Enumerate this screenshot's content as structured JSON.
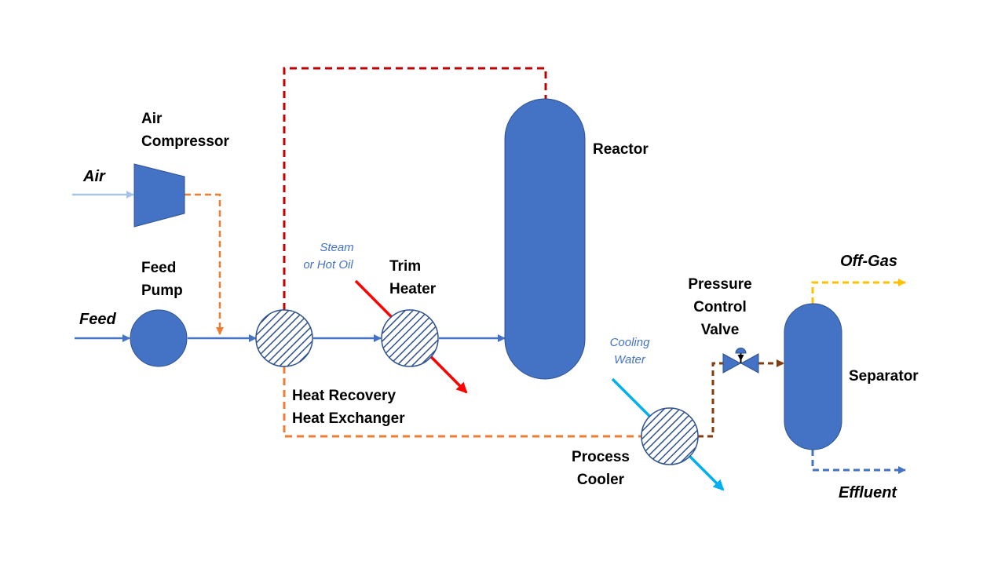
{
  "colors": {
    "equipment_fill": "#4472c4",
    "equipment_stroke": "#2f528f",
    "feed_line": "#4472c4",
    "air_line": "#a9c4eb",
    "compressed_air_line": "#ed7d31",
    "hot_recycle_line": "#c00000",
    "hot_utility_line": "#ff0000",
    "cooling_water_line": "#00b0f0",
    "cooled_line": "#843c0c",
    "offgas_line": "#ffc000",
    "effluent_line": "#4472c4"
  },
  "equipment": {
    "air_compressor": {
      "label_line1": "Air",
      "label_line2": "Compressor",
      "icon": "compressor-icon"
    },
    "feed_pump": {
      "label_line1": "Feed",
      "label_line2": "Pump",
      "icon": "pump-icon"
    },
    "heat_recovery_exchanger": {
      "label_line1": "Heat Recovery",
      "label_line2": "Heat Exchanger",
      "icon": "heat-exchanger-icon"
    },
    "trim_heater": {
      "label_line1": "Trim",
      "label_line2": "Heater",
      "icon": "heat-exchanger-icon"
    },
    "reactor": {
      "label": "Reactor",
      "icon": "vessel-icon"
    },
    "process_cooler": {
      "label_line1": "Process",
      "label_line2": "Cooler",
      "icon": "heat-exchanger-icon"
    },
    "pressure_control_valve": {
      "label_line1": "Pressure",
      "label_line2": "Control",
      "label_line3": "Valve",
      "icon": "control-valve-icon"
    },
    "separator": {
      "label": "Separator",
      "icon": "vessel-icon"
    }
  },
  "streams": {
    "air": "Air",
    "feed": "Feed",
    "off_gas": "Off-Gas",
    "effluent": "Effluent"
  },
  "utilities": {
    "steam_line1": "Steam",
    "steam_line2": "or Hot Oil",
    "cooling_line1": "Cooling",
    "cooling_line2": "Water"
  }
}
